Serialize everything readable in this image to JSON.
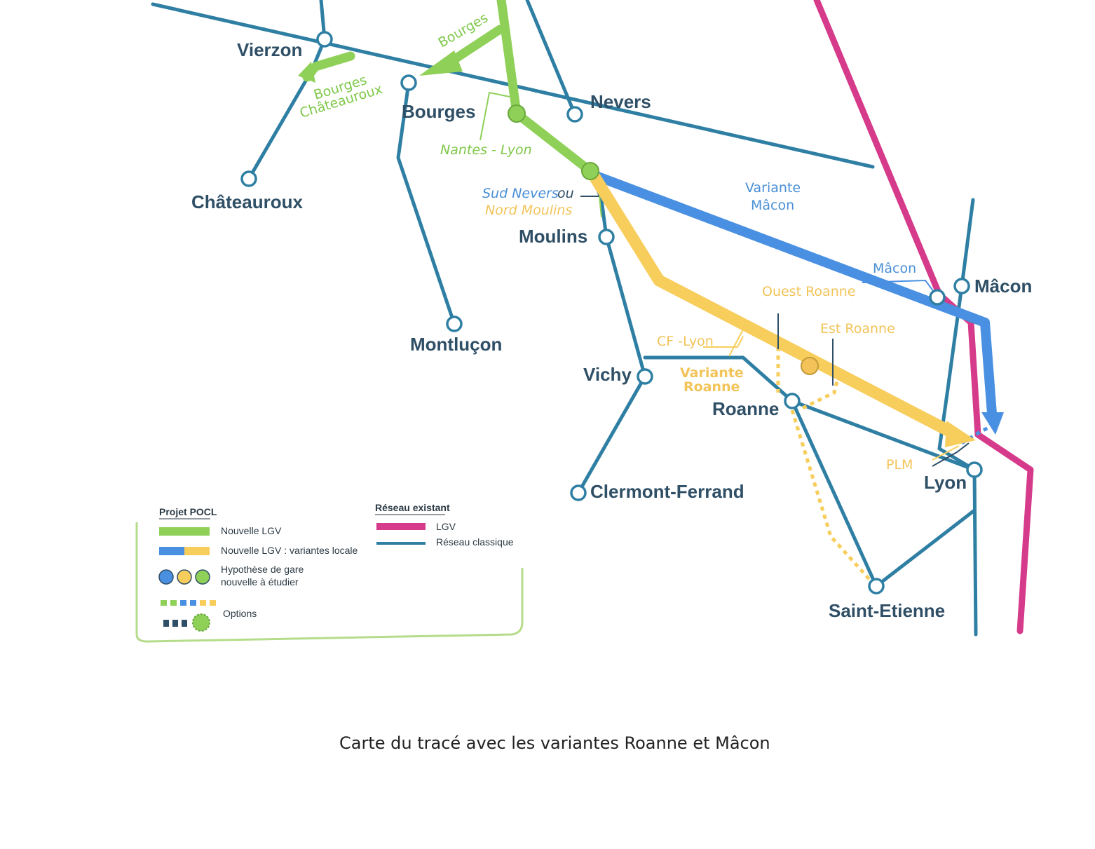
{
  "colors": {
    "classic": "#2e7fa3",
    "lgv_existing": "#d63a8a",
    "new_lgv": "#8fd058",
    "variant_blue": "#4a90e2",
    "variant_yellow": "#f7cd5c",
    "city_text": "#2f4f66"
  },
  "cities": {
    "vierzon": "Vierzon",
    "bourges": "Bourges",
    "nevers": "Nevers",
    "chateauroux": "Châteauroux",
    "moulins": "Moulins",
    "montlucon": "Montluçon",
    "vichy": "Vichy",
    "roanne": "Roanne",
    "clermont": "Clermont-Ferrand",
    "macon": "Mâcon",
    "lyon": "Lyon",
    "saint_etienne": "Saint-Etienne"
  },
  "route_labels": {
    "bourges_arrow": "Bourges",
    "bourges_chateauroux_1": "Bourges",
    "bourges_chateauroux_2": "Châteauroux",
    "nantes_lyon": "Nantes - Lyon",
    "sud_nevers": "Sud Nevers",
    "ou": "ou",
    "nord_moulins": "Nord Moulins",
    "variante_macon_1": "Variante",
    "variante_macon_2": "Mâcon",
    "macon_small": "Mâcon",
    "ouest_roanne": "Ouest Roanne",
    "est_roanne": "Est Roanne",
    "cf_lyon": "CF -Lyon",
    "variante_roanne_1": "Variante",
    "variante_roanne_2": "Roanne",
    "plm": "PLM"
  },
  "legend": {
    "projet_title": "Projet POCL",
    "nouvelle_lgv": "Nouvelle LGV",
    "nouvelle_lgv_variantes": "Nouvelle LGV : variantes locale",
    "hypothese_1": "Hypothèse de gare",
    "hypothese_2": "nouvelle à étudier",
    "options": "Options",
    "reseau_title": "Réseau existant",
    "lgv": "LGV",
    "reseau_classique": "Réseau classique"
  },
  "caption": "Carte du tracé avec les variantes Roanne et Mâcon"
}
